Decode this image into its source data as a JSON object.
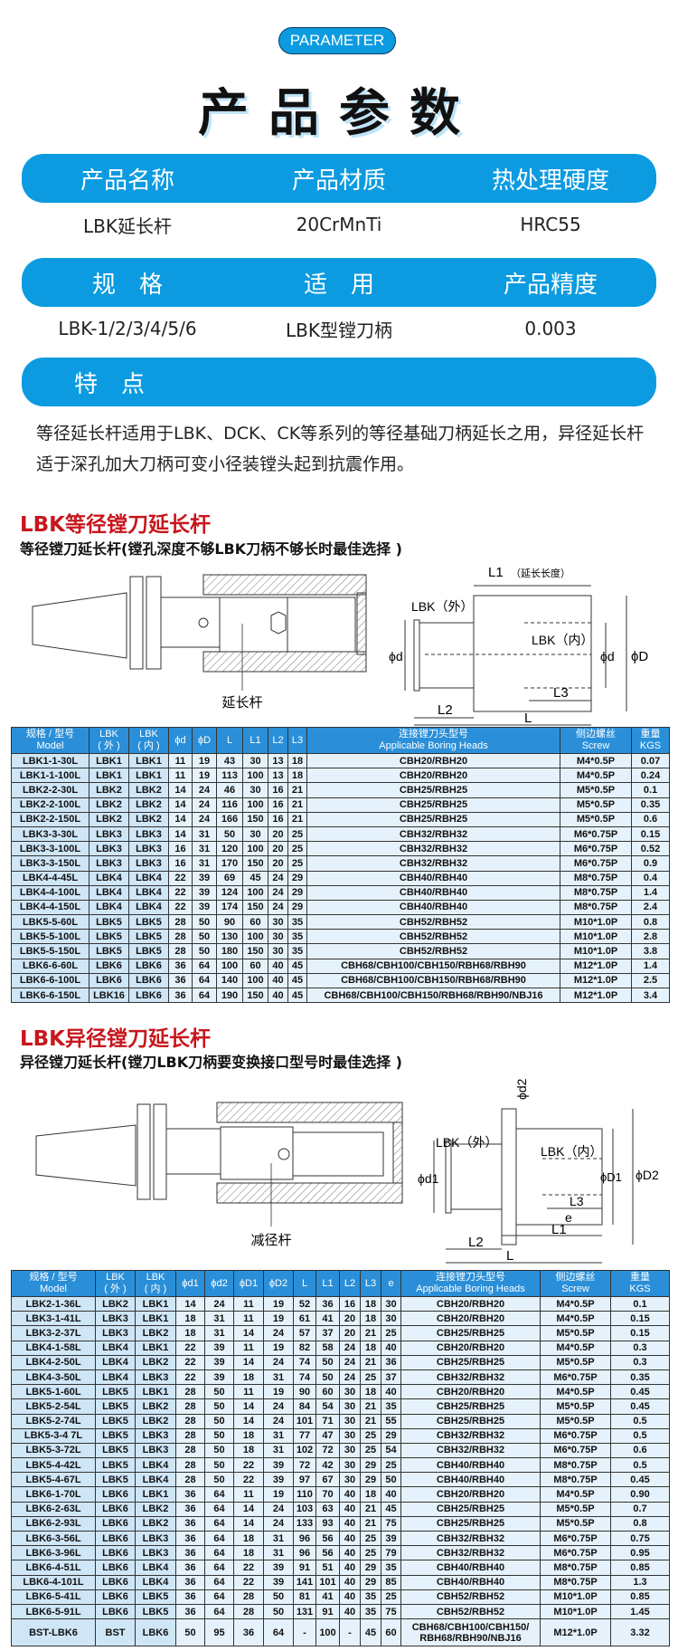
{
  "badge": "PARAMETER",
  "title": "产品参数",
  "info": {
    "row1_headers": [
      "产品名称",
      "产品材质",
      "热处理硬度"
    ],
    "row1_values": [
      "LBK延长杆",
      "20CrMnTi",
      "HRC55"
    ],
    "row2_headers": [
      "规　格",
      "适　用",
      "产品精度"
    ],
    "row2_values": [
      "LBK-1/2/3/4/5/6",
      "LBK型镗刀柄",
      "0.003"
    ],
    "row3_header": "特　点",
    "description": "等径延长杆适用于LBK、DCK、CK等系列的等径基础刀柄延长之用，异径延长杆适于深孔加大刀柄可变小径装镗头起到抗震作用。"
  },
  "section1": {
    "title": "LBK等径镗刀延长杆",
    "subtitle": "等径镗刀延长杆(镗孔深度不够LBK刀柄不够长时最佳选择 )",
    "diagram": {
      "part_label": "延长杆",
      "L1": "L1",
      "L1_note": "（延长长度）",
      "lbk_out": "LBK（外）",
      "lbk_in": "LBK（内）",
      "d": "ϕd",
      "D": "ϕD",
      "L2": "L2",
      "L3": "L3",
      "L": "L"
    },
    "headers": [
      "规格 / 型号\nModel",
      "LBK\n( 外 )",
      "LBK\n( 内 )",
      "ϕd",
      "ϕD",
      "L",
      "L1",
      "L2",
      "L3",
      "连接镗刀头型号\nApplicable Boring Heads",
      "侧边螺丝\nScrew",
      "重量\nKGS"
    ],
    "rows": [
      [
        "LBK1-1-30L",
        "LBK1",
        "LBK1",
        "11",
        "19",
        "43",
        "30",
        "13",
        "18",
        "CBH20/RBH20",
        "M4*0.5P",
        "0.07"
      ],
      [
        "LBK1-1-100L",
        "LBK1",
        "LBK1",
        "11",
        "19",
        "113",
        "100",
        "13",
        "18",
        "CBH20/RBH20",
        "M4*0.5P",
        "0.24"
      ],
      [
        "LBK2-2-30L",
        "LBK2",
        "LBK2",
        "14",
        "24",
        "46",
        "30",
        "16",
        "21",
        "CBH25/RBH25",
        "M5*0.5P",
        "0.1"
      ],
      [
        "LBK2-2-100L",
        "LBK2",
        "LBK2",
        "14",
        "24",
        "116",
        "100",
        "16",
        "21",
        "CBH25/RBH25",
        "M5*0.5P",
        "0.35"
      ],
      [
        "LBK2-2-150L",
        "LBK2",
        "LBK2",
        "14",
        "24",
        "166",
        "150",
        "16",
        "21",
        "CBH25/RBH25",
        "M5*0.5P",
        "0.6"
      ],
      [
        "LBK3-3-30L",
        "LBK3",
        "LBK3",
        "14",
        "31",
        "50",
        "30",
        "20",
        "25",
        "CBH32/RBH32",
        "M6*0.75P",
        "0.15"
      ],
      [
        "LBK3-3-100L",
        "LBK3",
        "LBK3",
        "16",
        "31",
        "120",
        "100",
        "20",
        "25",
        "CBH32/RBH32",
        "M6*0.75P",
        "0.52"
      ],
      [
        "LBK3-3-150L",
        "LBK3",
        "LBK3",
        "16",
        "31",
        "170",
        "150",
        "20",
        "25",
        "CBH32/RBH32",
        "M6*0.75P",
        "0.9"
      ],
      [
        "LBK4-4-45L",
        "LBK4",
        "LBK4",
        "22",
        "39",
        "69",
        "45",
        "24",
        "29",
        "CBH40/RBH40",
        "M8*0.75P",
        "0.4"
      ],
      [
        "LBK4-4-100L",
        "LBK4",
        "LBK4",
        "22",
        "39",
        "124",
        "100",
        "24",
        "29",
        "CBH40/RBH40",
        "M8*0.75P",
        "1.4"
      ],
      [
        "LBK4-4-150L",
        "LBK4",
        "LBK4",
        "22",
        "39",
        "174",
        "150",
        "24",
        "29",
        "CBH40/RBH40",
        "M8*0.75P",
        "2.4"
      ],
      [
        "LBK5-5-60L",
        "LBK5",
        "LBK5",
        "28",
        "50",
        "90",
        "60",
        "30",
        "35",
        "CBH52/RBH52",
        "M10*1.0P",
        "0.8"
      ],
      [
        "LBK5-5-100L",
        "LBK5",
        "LBK5",
        "28",
        "50",
        "130",
        "100",
        "30",
        "35",
        "CBH52/RBH52",
        "M10*1.0P",
        "2.8"
      ],
      [
        "LBK5-5-150L",
        "LBK5",
        "LBK5",
        "28",
        "50",
        "180",
        "150",
        "30",
        "35",
        "CBH52/RBH52",
        "M10*1.0P",
        "3.8"
      ],
      [
        "LBK6-6-60L",
        "LBK6",
        "LBK6",
        "36",
        "64",
        "100",
        "60",
        "40",
        "45",
        "CBH68/CBH100/CBH150/RBH68/RBH90",
        "M12*1.0P",
        "1.4"
      ],
      [
        "LBK6-6-100L",
        "LBK6",
        "LBK6",
        "36",
        "64",
        "140",
        "100",
        "40",
        "45",
        "CBH68/CBH100/CBH150/RBH68/RBH90",
        "M12*1.0P",
        "2.5"
      ],
      [
        "LBK6-6-150L",
        "LBK16",
        "LBK6",
        "36",
        "64",
        "190",
        "150",
        "40",
        "45",
        "CBH68/CBH100/CBH150/RBH68/RBH90/NBJ16",
        "M12*1.0P",
        "3.4"
      ]
    ]
  },
  "section2": {
    "title": "LBK异径镗刀延长杆",
    "subtitle": "异径镗刀延长杆(镗刀LBK刀柄要变换接口型号时最佳选择 )",
    "diagram": {
      "part_label": "减径杆",
      "lbk_out": "LBK（外）",
      "lbk_in": "LBK（内）",
      "d1": "ϕd1",
      "d2": "ϕd2",
      "D1": "ϕD1",
      "D2": "ϕD2",
      "e": "e",
      "L1": "L1",
      "L2": "L2",
      "L3": "L3",
      "L": "L"
    },
    "headers": [
      "规格 / 型号\nModel",
      "LBK\n( 外 )",
      "LBK\n( 内 )",
      "ϕd1",
      "ϕd2",
      "ϕD1",
      "ϕD2",
      "L",
      "L1",
      "L2",
      "L3",
      "e",
      "连接镗刀头型号\nApplicable Boring Heads",
      "侧边螺丝\nScrew",
      "重量\nKGS"
    ],
    "rows": [
      [
        "LBK2-1-36L",
        "LBK2",
        "LBK1",
        "14",
        "24",
        "11",
        "19",
        "52",
        "36",
        "16",
        "18",
        "30",
        "CBH20/RBH20",
        "M4*0.5P",
        "0.1"
      ],
      [
        "LBK3-1-41L",
        "LBK3",
        "LBK1",
        "18",
        "31",
        "11",
        "19",
        "61",
        "41",
        "20",
        "18",
        "30",
        "CBH20/RBH20",
        "M4*0.5P",
        "0.15"
      ],
      [
        "LBK3-2-37L",
        "LBK3",
        "LBK2",
        "18",
        "31",
        "14",
        "24",
        "57",
        "37",
        "20",
        "21",
        "25",
        "CBH25/RBH25",
        "M5*0.5P",
        "0.15"
      ],
      [
        "LBK4-1-58L",
        "LBK4",
        "LBK1",
        "22",
        "39",
        "11",
        "19",
        "82",
        "58",
        "24",
        "18",
        "40",
        "CBH20/RBH20",
        "M4*0.5P",
        "0.3"
      ],
      [
        "LBK4-2-50L",
        "LBK4",
        "LBK2",
        "22",
        "39",
        "14",
        "24",
        "74",
        "50",
        "24",
        "21",
        "36",
        "CBH25/RBH25",
        "M5*0.5P",
        "0.3"
      ],
      [
        "LBK4-3-50L",
        "LBK4",
        "LBK3",
        "22",
        "39",
        "18",
        "31",
        "74",
        "50",
        "24",
        "25",
        "37",
        "CBH32/RBH32",
        "M6*0.75P",
        "0.35"
      ],
      [
        "LBK5-1-60L",
        "LBK5",
        "LBK1",
        "28",
        "50",
        "11",
        "19",
        "90",
        "60",
        "30",
        "18",
        "40",
        "CBH20/RBH20",
        "M4*0.5P",
        "0.45"
      ],
      [
        "LBK5-2-54L",
        "LBK5",
        "LBK2",
        "28",
        "50",
        "14",
        "24",
        "84",
        "54",
        "30",
        "21",
        "35",
        "CBH25/RBH25",
        "M5*0.5P",
        "0.45"
      ],
      [
        "LBK5-2-74L",
        "LBK5",
        "LBK2",
        "28",
        "50",
        "14",
        "24",
        "101",
        "71",
        "30",
        "21",
        "55",
        "CBH25/RBH25",
        "M5*0.5P",
        "0.5"
      ],
      [
        "LBK5-3-4 7L",
        "LBK5",
        "LBK3",
        "28",
        "50",
        "18",
        "31",
        "77",
        "47",
        "30",
        "25",
        "29",
        "CBH32/RBH32",
        "M6*0.75P",
        "0.5"
      ],
      [
        "LBK5-3-72L",
        "LBK5",
        "LBK3",
        "28",
        "50",
        "18",
        "31",
        "102",
        "72",
        "30",
        "25",
        "54",
        "CBH32/RBH32",
        "M6*0.75P",
        "0.6"
      ],
      [
        "LBK5-4-42L",
        "LBK5",
        "LBK4",
        "28",
        "50",
        "22",
        "39",
        "72",
        "42",
        "30",
        "29",
        "25",
        "CBH40/RBH40",
        "M8*0.75P",
        "0.5"
      ],
      [
        "LBK5-4-67L",
        "LBK5",
        "LBK4",
        "28",
        "50",
        "22",
        "39",
        "97",
        "67",
        "30",
        "29",
        "50",
        "CBH40/RBH40",
        "M8*0.75P",
        "0.45"
      ],
      [
        "LBK6-1-70L",
        "LBK6",
        "LBK1",
        "36",
        "64",
        "11",
        "19",
        "110",
        "70",
        "40",
        "18",
        "40",
        "CBH20/RBH20",
        "M4*0.5P",
        "0.90"
      ],
      [
        "LBK6-2-63L",
        "LBK6",
        "LBK2",
        "36",
        "64",
        "14",
        "24",
        "103",
        "63",
        "40",
        "21",
        "45",
        "CBH25/RBH25",
        "M5*0.5P",
        "0.7"
      ],
      [
        "LBK6-2-93L",
        "LBK6",
        "LBK2",
        "36",
        "64",
        "14",
        "24",
        "133",
        "93",
        "40",
        "21",
        "75",
        "CBH25/RBH25",
        "M5*0.5P",
        "0.8"
      ],
      [
        "LBK6-3-56L",
        "LBK6",
        "LBK3",
        "36",
        "64",
        "18",
        "31",
        "96",
        "56",
        "40",
        "25",
        "39",
        "CBH32/RBH32",
        "M6*0.75P",
        "0.75"
      ],
      [
        "LBK6-3-96L",
        "LBK6",
        "LBK3",
        "36",
        "64",
        "18",
        "31",
        "96",
        "56",
        "40",
        "25",
        "79",
        "CBH32/RBH32",
        "M6*0.75P",
        "0.95"
      ],
      [
        "LBK6-4-51L",
        "LBK6",
        "LBK4",
        "36",
        "64",
        "22",
        "39",
        "91",
        "51",
        "40",
        "29",
        "35",
        "CBH40/RBH40",
        "M8*0.75P",
        "0.85"
      ],
      [
        "LBK6-4-101L",
        "LBK6",
        "LBK4",
        "36",
        "64",
        "22",
        "39",
        "141",
        "101",
        "40",
        "29",
        "85",
        "CBH40/RBH40",
        "M8*0.75P",
        "1.3"
      ],
      [
        "LBK6-5-41L",
        "LBK6",
        "LBK5",
        "36",
        "64",
        "28",
        "50",
        "81",
        "41",
        "40",
        "35",
        "25",
        "CBH52/RBH52",
        "M10*1.0P",
        "0.85"
      ],
      [
        "LBK6-5-91L",
        "LBK6",
        "LBK5",
        "36",
        "64",
        "28",
        "50",
        "131",
        "91",
        "40",
        "35",
        "75",
        "CBH52/RBH52",
        "M10*1.0P",
        "1.45"
      ],
      [
        "BST-LBK6",
        "BST",
        "LBK6",
        "50",
        "95",
        "36",
        "64",
        "-",
        "100",
        "-",
        "45",
        "60",
        "CBH68/CBH100/CBH150/\nRBH68/RBH90/NBJ16",
        "M12*1.0P",
        "3.32"
      ]
    ]
  }
}
